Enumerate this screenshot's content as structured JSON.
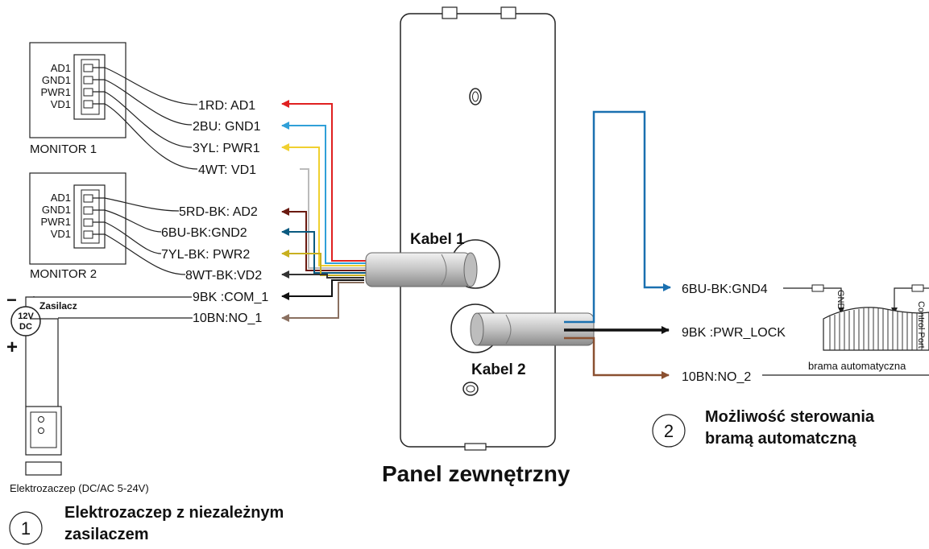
{
  "panel_title": "Panel zewnętrzny",
  "cable1": "Kabel 1",
  "cable2": "Kabel 2",
  "monitor1": {
    "title": "MONITOR 1",
    "pins": [
      "AD1",
      "GND1",
      "PWR1",
      "VD1"
    ]
  },
  "monitor2": {
    "title": "MONITOR 2",
    "pins": [
      "AD1",
      "GND1",
      "PWR1",
      "VD1"
    ]
  },
  "cable1_wires": [
    {
      "label": "1RD: AD1",
      "color": "#e02020"
    },
    {
      "label": "2BU: GND1",
      "color": "#30a0d8"
    },
    {
      "label": "3YL: PWR1",
      "color": "#f0d030"
    },
    {
      "label": "4WT: VD1",
      "color": "#bbbbbb"
    },
    {
      "label": "5RD-BK: AD2",
      "color": "#6a1a10"
    },
    {
      "label": "6BU-BK:GND2",
      "color": "#0a5a80"
    },
    {
      "label": "7YL-BK: PWR2",
      "color": "#c8b020"
    },
    {
      "label": "8WT-BK:VD2",
      "color": "#333333"
    },
    {
      "label": "9BK :COM_1",
      "color": "#111111"
    },
    {
      "label": "10BN:NO_1",
      "color": "#8a7060"
    }
  ],
  "cable2_wires": [
    {
      "label": "6BU-BK:GND4",
      "color": "#1a70b0"
    },
    {
      "label": "9BK :PWR_LOCK",
      "color": "#111111"
    },
    {
      "label": "10BN:NO_2",
      "color": "#8a5030"
    }
  ],
  "power_supply": {
    "label": "Zasilacz",
    "voltage_line1": "12V",
    "voltage_line2": "DC",
    "minus": "−",
    "plus": "+"
  },
  "lock_label": "Elektrozaczep (DC/AC 5-24V)",
  "gate": {
    "label": "brama automatyczna",
    "gnd": "GND",
    "control": "Control Port"
  },
  "option1": {
    "number": "1",
    "line1": "Elektrozaczep z niezależnym",
    "line2": "zasilaczem"
  },
  "option2": {
    "number": "2",
    "line1": "Możliwość sterowania",
    "line2": "bramą automatczną"
  }
}
